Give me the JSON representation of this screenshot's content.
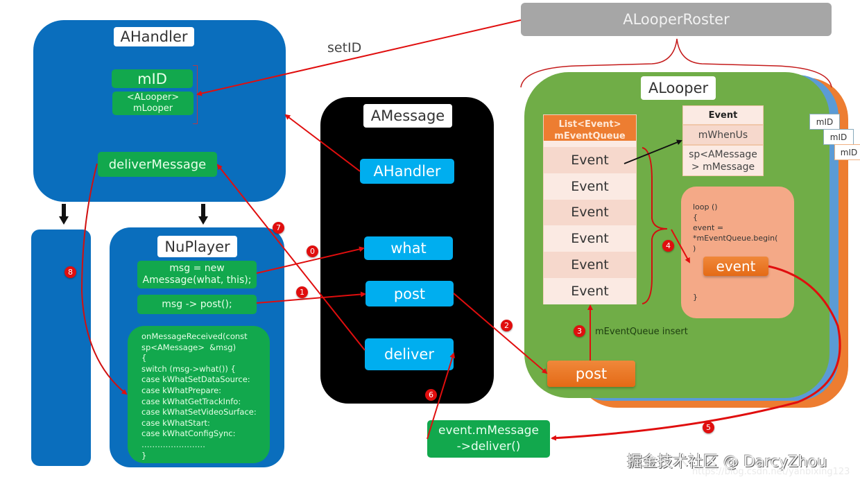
{
  "ahandler": {
    "title": "AHandler",
    "mid": "mID",
    "mlooper_line1": "<ALooper>",
    "mlooper_line2": "mLooper",
    "deliver_message": "deliverMessage"
  },
  "set_id_label": "setID",
  "nuplayer": {
    "title": "NuPlayer",
    "new_msg_line1": "msg = new",
    "new_msg_line2": "Amessage(what, this);",
    "post_call": "msg -> post();",
    "code_lines": [
      "onMessageReceived(const",
      "sp<AMessage>  &msg)",
      "{",
      "switch (msg->what()) {",
      "case kWhatSetDataSource:",
      "case kWhatPrepare:",
      "case kWhatGetTrackInfo:",
      "case kWhatSetVideoSurface:",
      "case kWhatStart:",
      "case kWhatConfigSync:",
      "……………………",
      "}"
    ]
  },
  "amessage": {
    "title": "AMessage",
    "ahandler": "AHandler",
    "what": "what",
    "post": "post",
    "deliver": "deliver"
  },
  "alooper_roster": {
    "title": "ALooperRoster"
  },
  "alooper": {
    "title": "ALooper",
    "queue_header_line1": "List<Event>",
    "queue_header_line2": "mEventQueue",
    "events": [
      "Event",
      "Event",
      "Event",
      "Event",
      "Event",
      "Event"
    ],
    "event_struct": {
      "title": "Event",
      "when": "mWhenUs",
      "message_line1": "sp<AMessage",
      "message_line2": "> mMessage"
    },
    "loop_code": [
      "loop ()",
      "{",
      "event =",
      "*mEventQueue.begin(",
      ")"
    ],
    "loop_close": "}",
    "event_button": "event",
    "insert_label": "mEventQueue insert",
    "post_button": "post",
    "mid_tags": [
      "mID",
      "mID",
      "mID"
    ]
  },
  "deliver_call": {
    "line1": "event.mMessage",
    "line2": "->deliver()"
  },
  "steps": [
    "0",
    "1",
    "2",
    "3",
    "4",
    "5",
    "6",
    "7",
    "8"
  ],
  "watermark": "掘金技术社区 @ DarcyZhou",
  "watermark_url": "https://blog.csdn.net/yanbixing123",
  "colors": {
    "handler_blue": "#0a6ebd",
    "code_green": "#12a84d",
    "message_cyan": "#00aeef",
    "looper_green": "#70ad47",
    "looper_blue": "#5b9bd5",
    "looper_orange": "#ed7d31",
    "roster_gray": "#a6a6a6",
    "arrow_red": "#e00e0e"
  }
}
